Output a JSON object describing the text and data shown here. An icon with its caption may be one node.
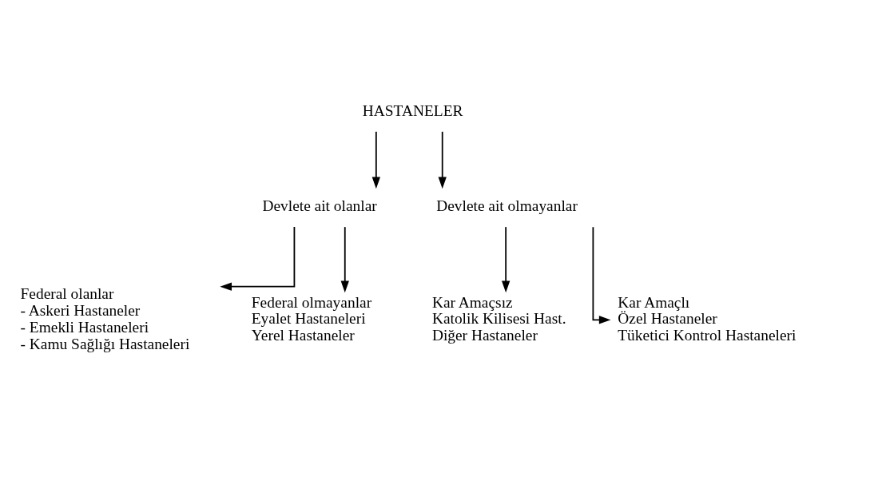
{
  "diagram": {
    "nodes": [
      {
        "text": [
          "HASTANELER"
        ]
      },
      {
        "text": [
          "Devlete ait olanlar"
        ]
      },
      {
        "text": [
          "Devlete ait olmayanlar"
        ]
      },
      {
        "text": [
          "Federal olanlar",
          "- Askeri Hastaneler",
          "- Emekli Hastaneleri",
          "- Kamu Sağlığı Hastaneleri"
        ]
      },
      {
        "text": [
          "Federal olmayanlar",
          "Eyalet Hastaneleri",
          "Yerel Hastaneler"
        ]
      },
      {
        "text": [
          "Kar Amaçsız",
          "Katolik Kilisesi Hast.",
          "Diğer Hastaneler"
        ]
      },
      {
        "text": [
          "Kar Amaçlı",
          "Özel Hastaneler",
          "Tüketici Kontrol Hastaneleri"
        ]
      }
    ],
    "edges": [
      {
        "from": 0,
        "to": 1,
        "arrow": "to"
      },
      {
        "from": 0,
        "to": 2,
        "arrow": "to"
      },
      {
        "from": 1,
        "to": 3,
        "arrow": "to"
      },
      {
        "from": 1,
        "to": 4,
        "arrow": "to"
      },
      {
        "from": 2,
        "to": 5,
        "arrow": "to"
      },
      {
        "from": 2,
        "to": 6,
        "arrow": "to"
      }
    ]
  }
}
